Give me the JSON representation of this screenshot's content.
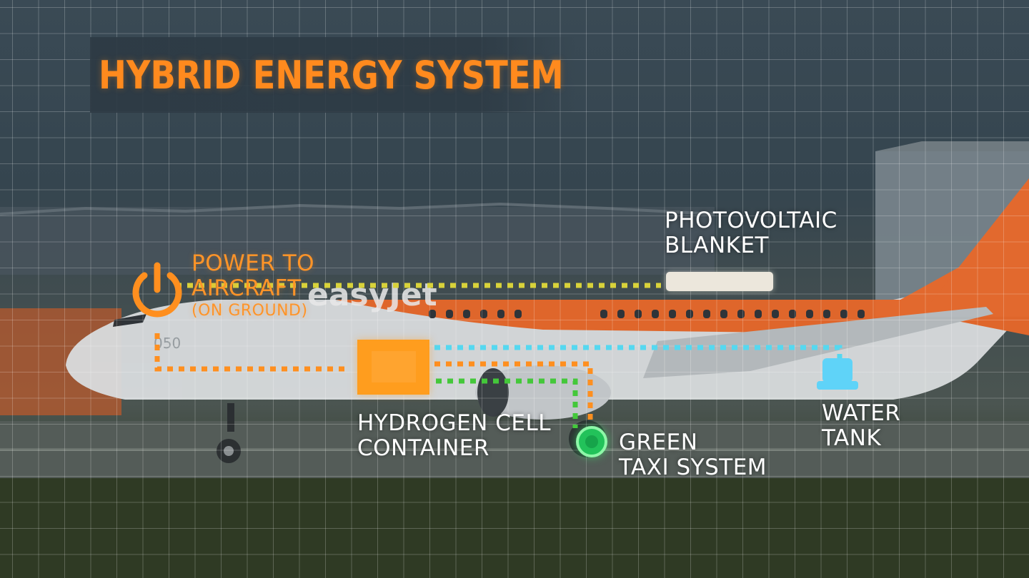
{
  "title": "HYBRID ENERGY SYSTEM",
  "labels": {
    "power_line1": "POWER TO",
    "power_line2": "AIRCRAFT",
    "power_line3": "(ON GROUND)",
    "pv_line1": "PHOTOVOLTAIC",
    "pv_line2": "BLANKET",
    "h2_line1": "HYDROGEN CELL",
    "h2_line2": "CONTAINER",
    "taxi_line1": "GREEN",
    "taxi_line2": "TAXI SYSTEM",
    "water_line1": "WATER",
    "water_line2": "TANK"
  },
  "aircraft": {
    "livery_text": "easyJet",
    "reg_text": "050"
  },
  "icons": {
    "power": "power-icon",
    "water_tank": "water-tank-icon",
    "taxi": "green-taxi-dot-icon",
    "photovoltaic": "photovoltaic-panel-icon",
    "hydrogen": "hydrogen-container-icon"
  },
  "colors": {
    "title": "#ff8a1e",
    "power_route": "#ff8f1f",
    "photovoltaic_route": "#d8d23a",
    "water_route": "#55d8f0",
    "taxi_route": "#44c83a",
    "hydrogen_box": "#ff9d1e",
    "water_tank": "#5fd3f8",
    "taxi_dot": "#22c25a",
    "aircraft_orange": "#e8682a"
  }
}
